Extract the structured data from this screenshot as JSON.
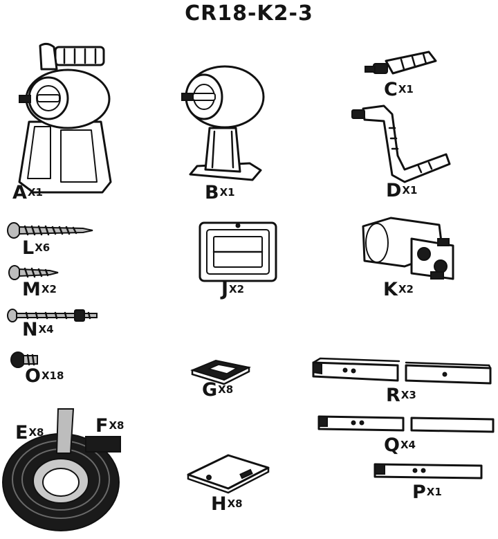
{
  "title": "CR18-K2-3",
  "parts": {
    "A": {
      "letter": "A",
      "qty": "X1"
    },
    "B": {
      "letter": "B",
      "qty": "X1"
    },
    "C": {
      "letter": "C",
      "qty": "X1"
    },
    "D": {
      "letter": "D",
      "qty": "X1"
    },
    "L": {
      "letter": "L",
      "qty": "X6"
    },
    "M": {
      "letter": "M",
      "qty": "X2"
    },
    "N": {
      "letter": "N",
      "qty": "X4"
    },
    "O": {
      "letter": "O",
      "qty": "X18"
    },
    "J": {
      "letter": "J",
      "qty": "X2"
    },
    "K": {
      "letter": "K",
      "qty": "X2"
    },
    "G": {
      "letter": "G",
      "qty": "X8"
    },
    "R": {
      "letter": "R",
      "qty": "X3"
    },
    "E": {
      "letter": "E",
      "qty": "X8"
    },
    "F": {
      "letter": "F",
      "qty": "X8"
    },
    "Q": {
      "letter": "Q",
      "qty": "X4"
    },
    "P": {
      "letter": "P",
      "qty": "X1"
    },
    "H": {
      "letter": "H",
      "qty": "X8"
    }
  }
}
